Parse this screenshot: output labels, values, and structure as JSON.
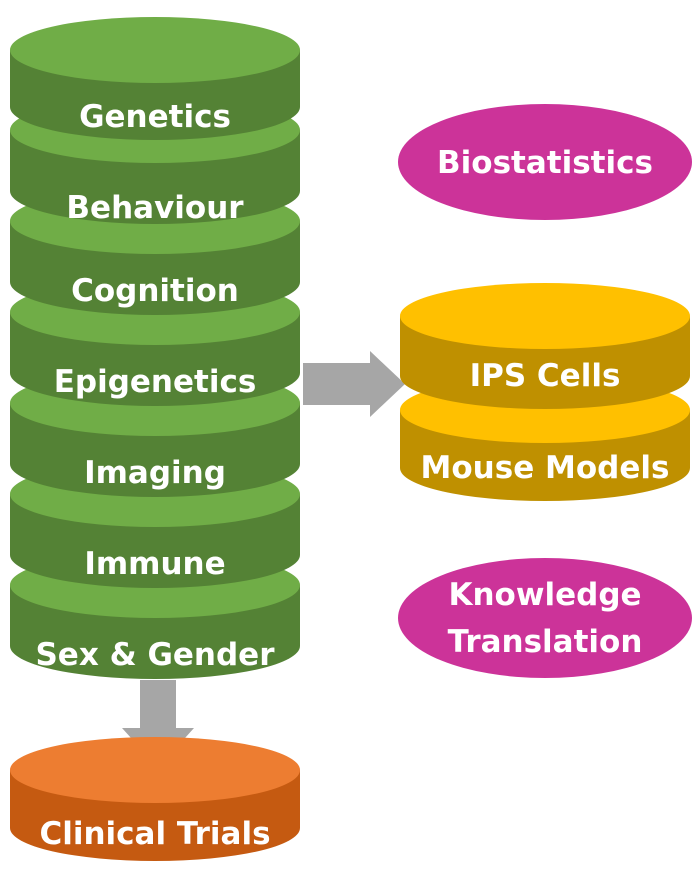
{
  "colors": {
    "green_top": "#70ad47",
    "green_side": "#548235",
    "gold_top": "#ffc000",
    "gold_side": "#bf9000",
    "orange_top": "#ed7d31",
    "orange_side": "#c55a11",
    "magenta": "#cc3399",
    "arrow": "#a6a6a6",
    "text": "#ffffff"
  },
  "stack": {
    "layers": [
      "Genetics",
      "Behaviour",
      "Cognition",
      "Epigenetics",
      "Imaging",
      "Immune",
      "Sex & Gender"
    ]
  },
  "models": {
    "layers": [
      "IPS Cells",
      "Mouse Models"
    ]
  },
  "outcome": {
    "label": "Clinical Trials"
  },
  "ovals": {
    "biostatistics": "Biostatistics",
    "knowledge_line1": "Knowledge",
    "knowledge_line2": "Translation"
  },
  "icons": {
    "stack_to_models": "arrow-right-icon",
    "stack_to_trials": "arrow-down-icon"
  }
}
